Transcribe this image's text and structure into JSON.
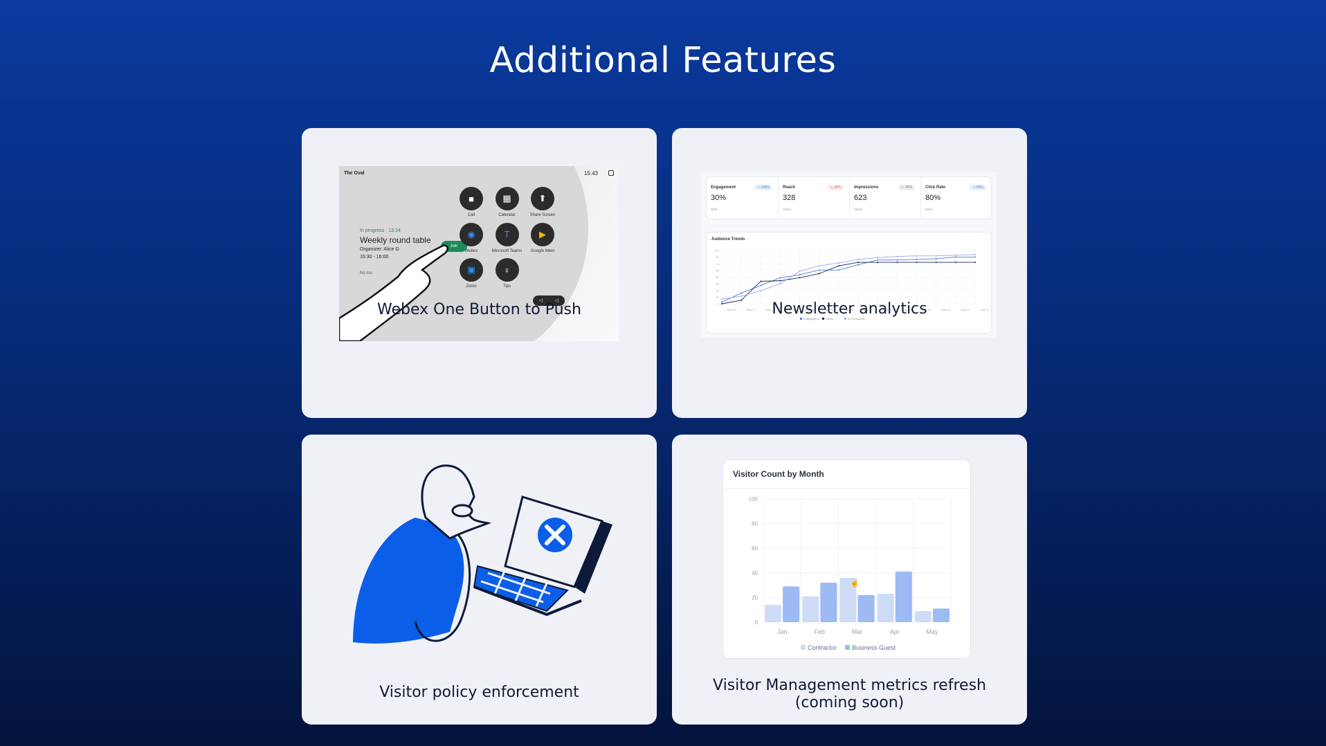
{
  "title": "Additional Features",
  "cards": [
    {
      "caption": "Webex One Button to Push"
    },
    {
      "caption": "Newsletter analytics"
    },
    {
      "caption": "Visitor policy enforcement"
    },
    {
      "caption_line1": "Visitor Management metrics refresh",
      "caption_line2": "(coming soon)"
    }
  ],
  "webex_screen": {
    "room": "The Oval",
    "time": "15:43",
    "status": "In progress · 13:14",
    "meeting": "Weekly round table",
    "organizer": "Organizer: Alice G",
    "slot": "15:30 - 16:00",
    "no_more": "No mo",
    "join": "Join",
    "apps": [
      {
        "label": "Call",
        "icon": "video-icon"
      },
      {
        "label": "Calendar",
        "icon": "calendar-icon"
      },
      {
        "label": "Share Screen",
        "icon": "share-screen-icon"
      },
      {
        "label": "Webex",
        "icon": "webex-icon"
      },
      {
        "label": "Microsoft Teams",
        "icon": "teams-icon"
      },
      {
        "label": "Google Meet",
        "icon": "google-meet-icon"
      },
      {
        "label": "Zoom",
        "icon": "zoom-icon"
      },
      {
        "label": "Tips",
        "icon": "lightbulb-icon"
      }
    ],
    "join_color": "#1d8a5a"
  },
  "newsletter": {
    "metrics": [
      {
        "label": "Engagement",
        "value": "30%",
        "sub": "Rate",
        "badge": "↗ 100%",
        "trend": "up"
      },
      {
        "label": "Reach",
        "value": "328",
        "sub": "Users",
        "badge": "↘ 30%",
        "trend": "down"
      },
      {
        "label": "Impressions",
        "value": "623",
        "sub": "Views",
        "badge": "— 32%",
        "trend": "flat"
      },
      {
        "label": "Click Rate",
        "value": "80%",
        "sub": "Items",
        "badge": "↗ 83%",
        "trend": "up"
      }
    ]
  },
  "chart_data": [
    {
      "type": "line",
      "title": "Audience Trends",
      "x": [
        "May 10",
        "May 11",
        "May 12",
        "May 13",
        "May 14",
        "May 15",
        "May 16",
        "May 17",
        "May 18",
        "May 19",
        "May 20",
        "May 21",
        "May 22",
        "May 23"
      ],
      "yticks": [
        "100",
        "90",
        "70",
        "60",
        "50",
        "40",
        "30",
        "20",
        "10"
      ],
      "ylim": [
        10,
        100
      ],
      "grid": true,
      "legend": "bottom",
      "series": [
        {
          "name": "Engagement",
          "color": "#4a7de0",
          "values": [
            13,
            28,
            41,
            54,
            59,
            67,
            67,
            76,
            84,
            84,
            85,
            86,
            89,
            89
          ]
        },
        {
          "name": "Views",
          "color": "#1a2550",
          "values": [
            10,
            16,
            48,
            49,
            54,
            61,
            74,
            80,
            80,
            80,
            80,
            80,
            80,
            80
          ]
        },
        {
          "name": "AI Predictions",
          "color": "#9fa8e8",
          "values": [
            18,
            23,
            32,
            44,
            65,
            74,
            79,
            85,
            88,
            90,
            91,
            91,
            92,
            93
          ]
        }
      ]
    },
    {
      "type": "bar",
      "title": "Visitor Count by Month",
      "categories": [
        "Jan",
        "Feb",
        "Mar",
        "Apr",
        "May"
      ],
      "ylim": [
        0,
        100
      ],
      "yticks": [
        0,
        20,
        40,
        60,
        80,
        100
      ],
      "grid": true,
      "legend": "bottom",
      "series": [
        {
          "name": "Contractor",
          "color": "#cfdcf8",
          "values": [
            14,
            21,
            36,
            23,
            9
          ]
        },
        {
          "name": "Business Guest",
          "color": "#9dbaf3",
          "values": [
            29,
            32,
            22,
            41,
            11
          ]
        }
      ]
    }
  ]
}
